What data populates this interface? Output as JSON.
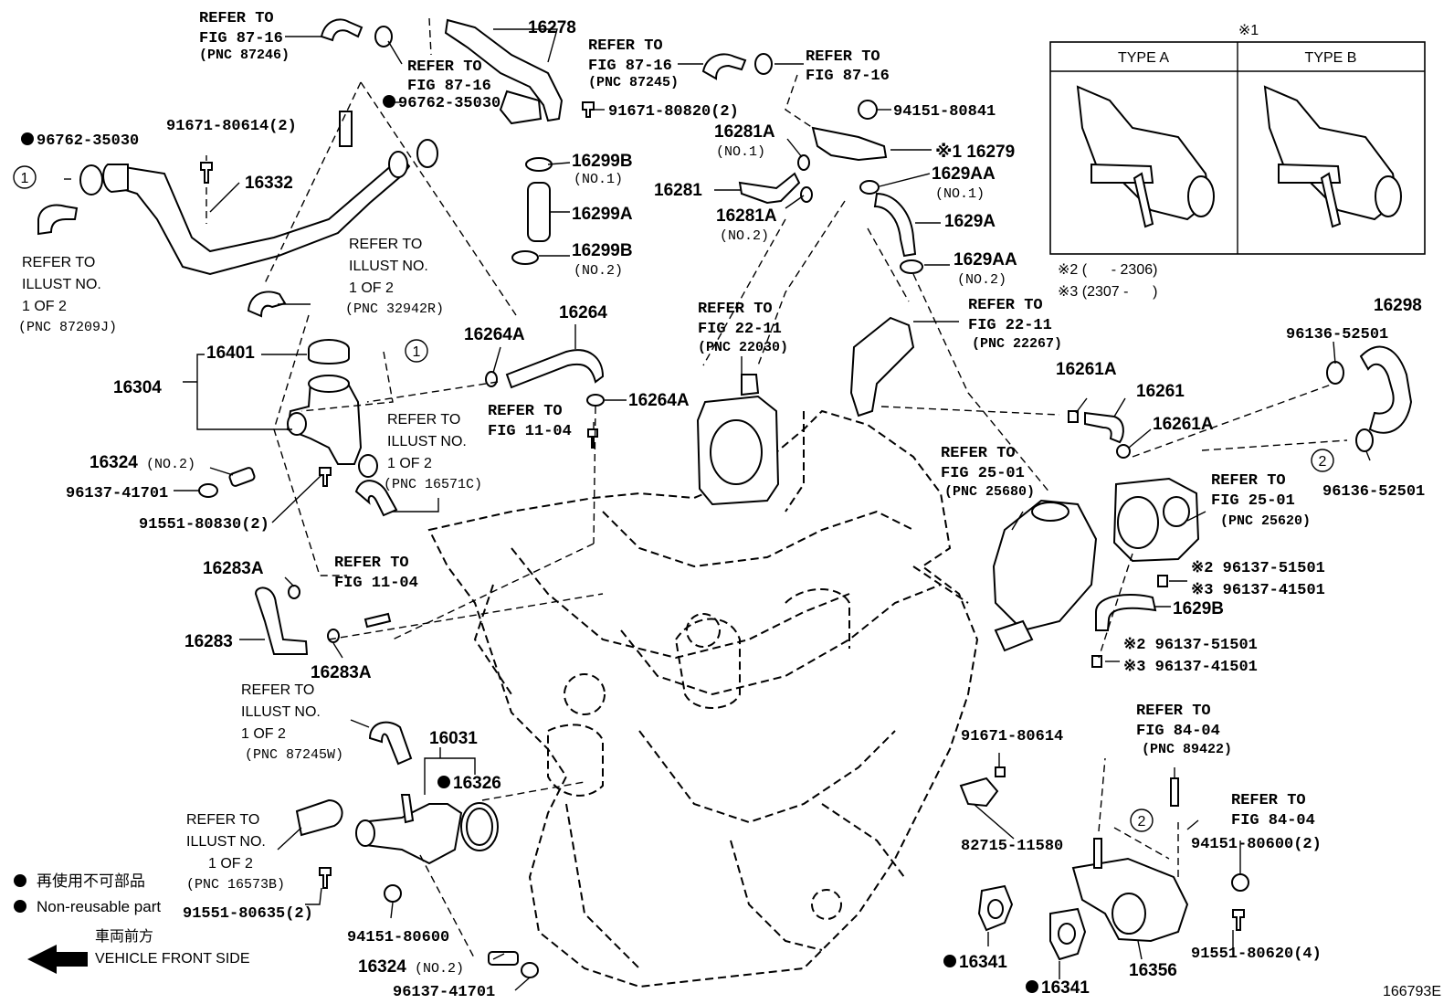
{
  "illustration_code": "166793E",
  "legend": {
    "jp": "再使用不可部品",
    "en": "Non-reusable part",
    "front_jp": "車両前方",
    "front_en": "VEHICLE FRONT SIDE"
  },
  "inset": {
    "mark": "※1",
    "type_a": "TYPE A",
    "type_b": "TYPE B",
    "note2": "※2 (      - 2306)",
    "note3": "※3 (2307 -      )"
  },
  "circle_refs": {
    "one": "1",
    "two": "2"
  },
  "refs": {
    "r1": [
      "REFER TO",
      "FIG 87-16",
      "(PNC 87246)"
    ],
    "r2": [
      "REFER TO",
      "FIG 87-16"
    ],
    "r3": [
      "REFER TO",
      "FIG 87-16",
      "(PNC 87245)"
    ],
    "r4": [
      "REFER TO",
      "FIG 87-16"
    ],
    "r5": [
      "REFER TO",
      "ILLUST NO.",
      "1 OF 2",
      "(PNC 87209J)"
    ],
    "r6": [
      "REFER TO",
      "ILLUST NO.",
      "1 OF 2",
      "(PNC 32942R)"
    ],
    "r7": [
      "REFER TO",
      "ILLUST NO.",
      "1 OF 2",
      "(PNC 16571C)"
    ],
    "r8": [
      "REFER TO",
      "FIG 11-04"
    ],
    "r9": [
      "REFER TO",
      "FIG 22-11",
      "(PNC 22030)"
    ],
    "r10": [
      "REFER TO",
      "FIG 22-11",
      "(PNC 22267)"
    ],
    "r11": [
      "REFER TO",
      "FIG 25-01",
      "(PNC 25680)"
    ],
    "r12": [
      "REFER TO",
      "FIG 25-01",
      "(PNC 25620)"
    ],
    "r13": [
      "REFER TO",
      "FIG 11-04"
    ],
    "r14": [
      "REFER TO",
      "ILLUST NO.",
      "1 OF 2",
      "(PNC 87245W)"
    ],
    "r15": [
      "REFER TO",
      "ILLUST NO.",
      "1 OF 2",
      "(PNC 16573B)"
    ],
    "r16": [
      "REFER TO",
      "FIG 84-04",
      "(PNC 89422)"
    ],
    "r17": [
      "REFER TO",
      "FIG 84-04"
    ]
  },
  "parts": {
    "p16278": "16278",
    "p96762a": "96762-35030",
    "p96762b": "96762-35030",
    "p91671a": "91671-80614(2)",
    "p16332": "16332",
    "p91671b": "91671-80820(2)",
    "p16299B": "16299B",
    "p16299B_no": "(NO.1)",
    "p16299A": "16299A",
    "p16299B2": "16299B",
    "p16299B2_no": "(NO.2)",
    "p94151a": "94151-80841",
    "p16281A": "16281A",
    "p16281A_no": "(NO.1)",
    "p16279": "※1 16279",
    "p16281": "16281",
    "p16281A2": "16281A",
    "p16281A2_no": "(NO.2)",
    "p1629AA": "1629AA",
    "p1629AA_no": "(NO.1)",
    "p1629A": "1629A",
    "p1629AA2": "1629AA",
    "p1629AA2_no": "(NO.2)",
    "p16298": "16298",
    "p96136a": "96136-52501",
    "p96136b": "96136-52501",
    "p16264": "16264",
    "p16264A": "16264A",
    "p16264A2": "16264A",
    "p16401": "16401",
    "p16304": "16304",
    "p16324a": "16324",
    "p16324a_no": "(NO.2)",
    "p96137a": "96137-41701",
    "p91551a": "91551-80830(2)",
    "p16261A": "16261A",
    "p16261": "16261",
    "p16261A2": "16261A",
    "p96137_51501a": "※2 96137-51501",
    "p96137_41501a": "※3 96137-41501",
    "p1629B": "1629B",
    "p96137_51501b": "※2 96137-51501",
    "p96137_41501b": "※3 96137-41501",
    "p16283A": "16283A",
    "p16283": "16283",
    "p16283A2": "16283A",
    "p16031": "16031",
    "p16326": "16326",
    "p91671c": "91671-80614",
    "p82715": "82715-11580",
    "p94151b": "94151-80600(2)",
    "p91551b": "91551-80635(2)",
    "p94151c": "94151-80600",
    "p16324b": "16324",
    "p16324b_no": "(NO.2)",
    "p96137b": "96137-41701",
    "p16341a": "16341",
    "p16341b": "16341",
    "p16356": "16356",
    "p91551c": "91551-80620(4)"
  }
}
